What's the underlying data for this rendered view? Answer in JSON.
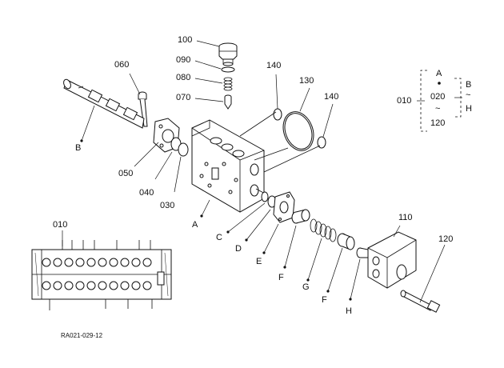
{
  "labels": {
    "p100": "100",
    "p090": "090",
    "p080": "080",
    "p070": "070",
    "p060": "060",
    "p140a": "140",
    "p130": "130",
    "p140b": "140",
    "p010_set": "010",
    "setA": "A",
    "set020": "020",
    "set120": "120",
    "setB": "B",
    "setH": "H",
    "setTilde1": "~",
    "setTilde2": "~",
    "pB": "B",
    "p050": "050",
    "p040": "040",
    "p030": "030",
    "pA": "A",
    "pC": "C",
    "pD": "D",
    "pE": "E",
    "pF1": "F",
    "pG": "G",
    "pF2": "F",
    "pH": "H",
    "p110": "110",
    "p120": "120",
    "p010": "010"
  },
  "figure_id": "RA021-029-12"
}
